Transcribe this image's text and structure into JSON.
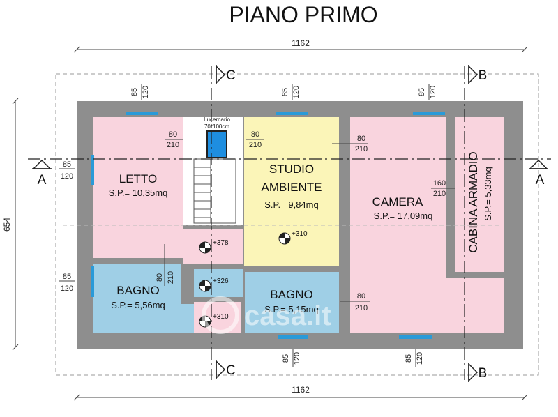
{
  "title": "PIANO PRIMO",
  "overall_width": "1162",
  "overall_depth": "654",
  "sections": {
    "a": "A",
    "b": "B",
    "c": "C"
  },
  "rooms": {
    "letto": {
      "name": "LETTO",
      "area": "S.P.=  10,35mq"
    },
    "studio": {
      "name_line1": "STUDIO",
      "name_line2": "AMBIENTE",
      "area": "S.P.=  9,84mq"
    },
    "camera": {
      "name": "CAMERA",
      "area": "S.P.=  17,09mq"
    },
    "cabina": {
      "name": "CABINA  ARMADIO",
      "area": "S.P.=  5,33mq"
    },
    "bagno1": {
      "name": "BAGNO",
      "area": "S.P.=  5,56mq"
    },
    "bagno2": {
      "name": "BAGNO",
      "area": "S.P.=  5,15mq"
    }
  },
  "skylight": {
    "label_line1": "Lucernario",
    "label_line2": "70*100cm"
  },
  "levels": {
    "studio": "+310",
    "stair_top": "+378",
    "stair_mid": "+326",
    "stair_bottom": "+310"
  },
  "openings": {
    "w85": "85",
    "h120": "120",
    "w80": "80",
    "h210": "210",
    "w160": "160"
  },
  "watermark": "casa.it",
  "colors": {
    "wall": "#8e8e8e",
    "pink": "#f9d4de",
    "yellow": "#fbf5b8",
    "blue": "#9fcfe6",
    "glass": "#2a9ad8",
    "skylight": "#1e8ee0"
  }
}
